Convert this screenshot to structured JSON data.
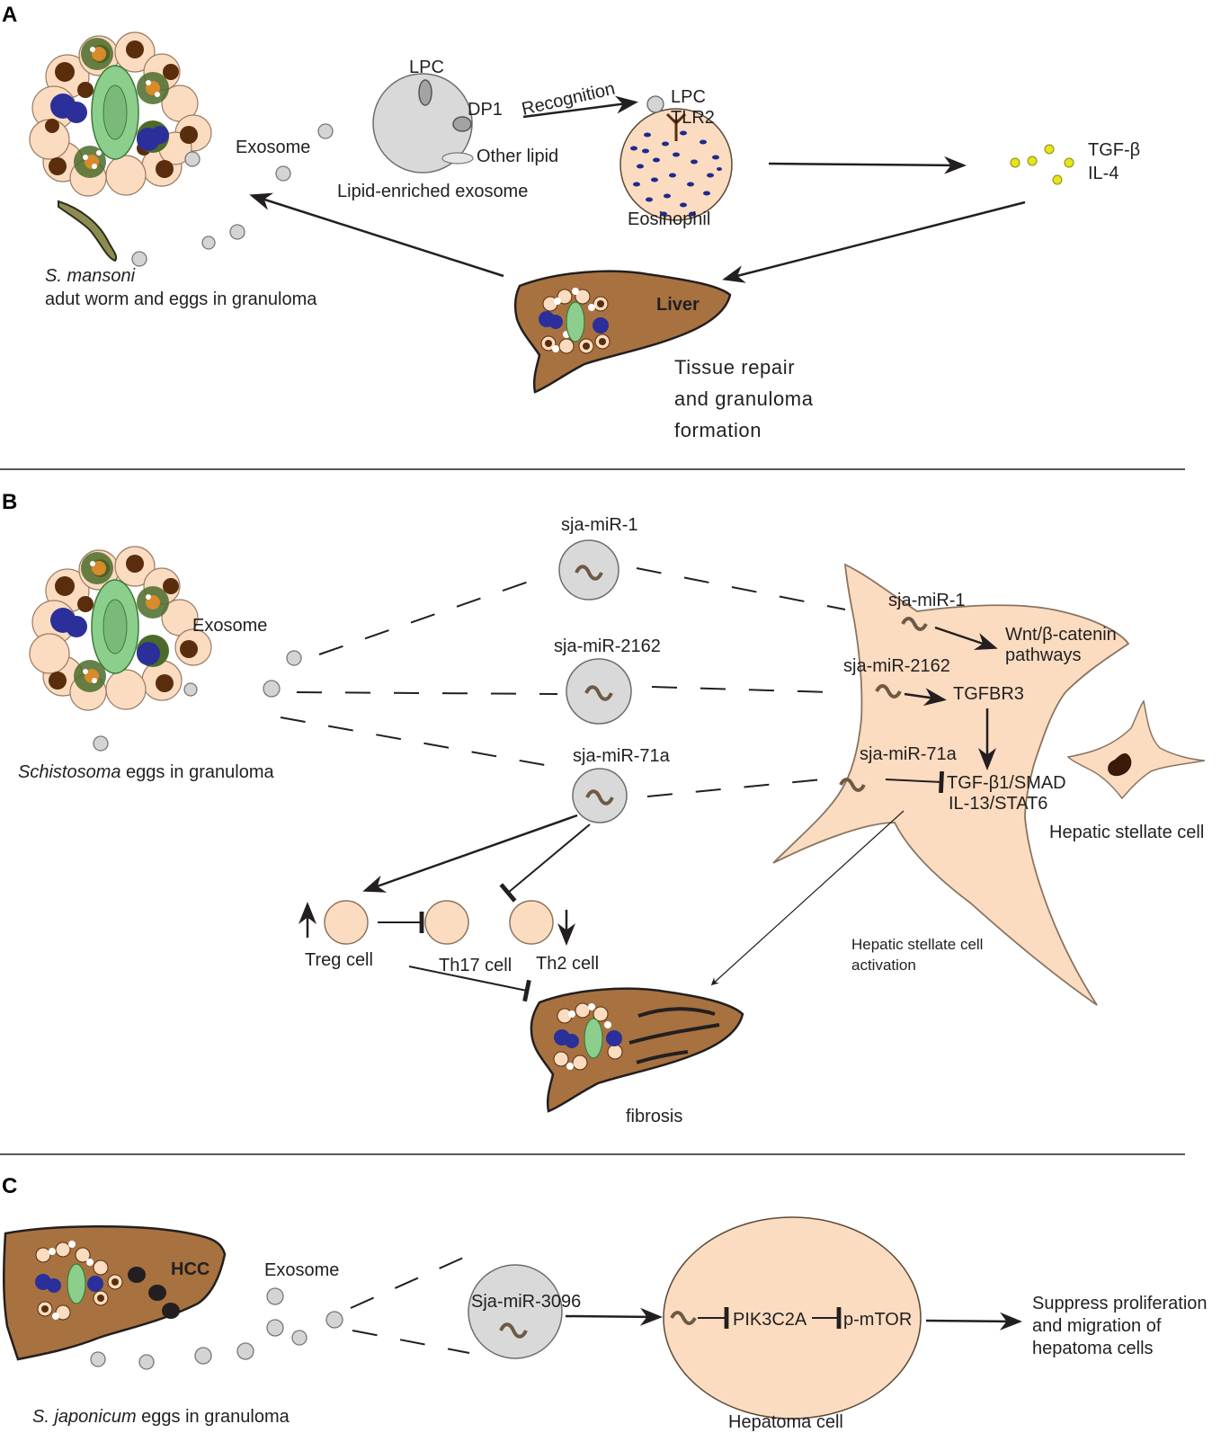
{
  "panels": {
    "a": "A",
    "b": "B",
    "c": "C"
  },
  "panel_a": {
    "lpc_top": "LPC",
    "dp1": "DP1",
    "other_lipid": "Other lipid",
    "exosome_caption": "Lipid-enriched exosome",
    "exosome": "Exosome",
    "recognition": "Recognition",
    "lpc_receptor": "LPC",
    "tlr2": "TLR2",
    "eosinophil": "Eosinophil",
    "tgf": "TGF-β",
    "il4": "IL-4",
    "species": "S. mansoni",
    "species_desc": "adut worm and eggs in granuloma",
    "liver": "Liver",
    "outcome_1": "Tissue repair",
    "outcome_2": "and granuloma",
    "outcome_3": "formation"
  },
  "panel_b": {
    "exosome": "Exosome",
    "eggs_italic": "Schistosoma",
    "eggs_rest": " eggs in granuloma",
    "mir1": "sja-miR-1",
    "mir2162": "sja-miR-2162",
    "mir71a": "sja-miR-71a",
    "in_mir1": "sja-miR-1",
    "in_mir2162": "sja-miR-2162",
    "in_mir71a": "sja-miR-71a",
    "wnt_1": "Wnt/β-catenin",
    "wnt_2": "pathways",
    "tgfbr3": "TGFBR3",
    "tgf_smad": "TGF-β1/SMAD",
    "il13": "IL-13/STAT6",
    "hsc": "Hepatic stellate cell",
    "hsc_act_1": "Hepatic stellate cell",
    "hsc_act_2": "activation",
    "treg": "Treg cell",
    "th17": "Th17 cell",
    "th2": "Th2 cell",
    "fibrosis": "fibrosis"
  },
  "panel_c": {
    "hcc": "HCC",
    "exosome": "Exosome",
    "mir3096": "Sja-miR-3096",
    "pik": "PIK3C2A",
    "mtor": "p-mTOR",
    "outcome_1": "Suppress  proliferation",
    "outcome_2": "and migration of",
    "outcome_3": "hepatoma cells",
    "eggs_italic": "S. japonicum",
    "eggs_rest": " eggs in granuloma",
    "hepatoma": "Hepatoma cell"
  },
  "colors": {
    "liver": "#a77240",
    "cell_peach": "#fbdcc0",
    "exosome_grey": "#d4d4d4",
    "egg_green": "#8ccf8c",
    "eos_dot": "#1f2a8f",
    "cytokine": "#e5e51a",
    "text": "#231f20"
  }
}
